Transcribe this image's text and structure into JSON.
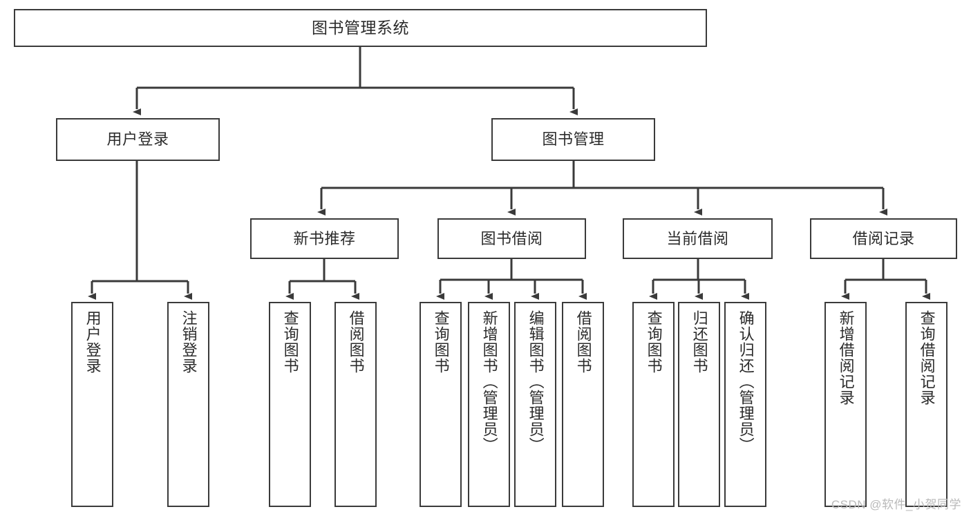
{
  "diagram": {
    "type": "tree",
    "title": "图书管理系统",
    "watermark": "CSDN @软件_小贺同学",
    "colors": {
      "box_border": "#3a3a3a",
      "box_fill": "#ffffff",
      "connector": "#3a3a3a",
      "text": "#2b2b2b",
      "watermark": "#b9b9b9"
    },
    "nodes": {
      "root": {
        "label": "图书管理系统"
      },
      "level2": [
        {
          "label": "用户登录"
        },
        {
          "label": "图书管理"
        }
      ],
      "level3": [
        {
          "label": "新书推荐"
        },
        {
          "label": "图书借阅"
        },
        {
          "label": "当前借阅"
        },
        {
          "label": "借阅记录"
        }
      ],
      "leaves": {
        "user_login": [
          {
            "label": "用户登录"
          },
          {
            "label": "注销登录"
          }
        ],
        "new_book": [
          {
            "label": "查询图书"
          },
          {
            "label": "借阅图书"
          }
        ],
        "book_borrow": [
          {
            "label": "查询图书"
          },
          {
            "label": "新增图书（管理员）"
          },
          {
            "label": "编辑图书（管理员）"
          },
          {
            "label": "借阅图书"
          }
        ],
        "current_borrow": [
          {
            "label": "查询图书"
          },
          {
            "label": "归还图书"
          },
          {
            "label": "确认归还（管理员）"
          }
        ],
        "borrow_record": [
          {
            "label": "新增借阅记录"
          },
          {
            "label": "查询借阅记录"
          }
        ]
      }
    }
  }
}
